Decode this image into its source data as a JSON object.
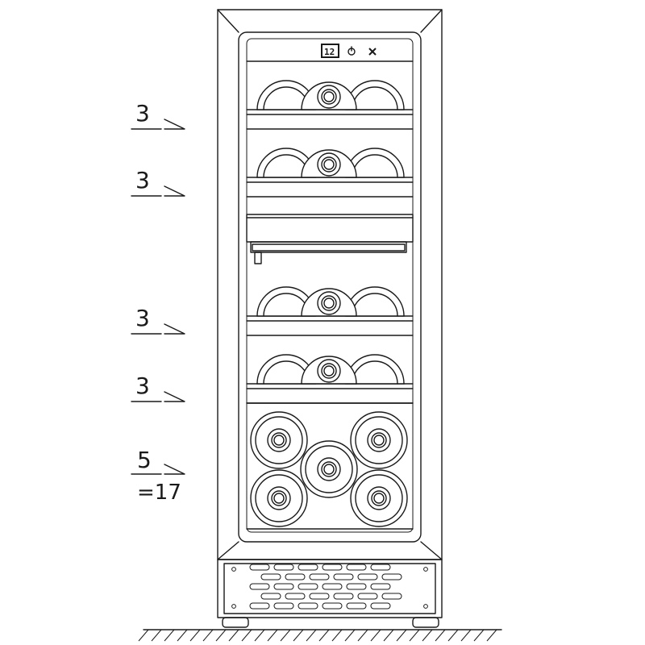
{
  "display": {
    "value": "12",
    "icons": [
      "power-icon",
      "fan-icon"
    ]
  },
  "callouts": [
    {
      "value": "3"
    },
    {
      "value": "3"
    },
    {
      "value": "3"
    },
    {
      "value": "3"
    },
    {
      "value": "5"
    }
  ],
  "total": "=17",
  "colors": {
    "line": "#1a1a1a",
    "background": "#ffffff"
  }
}
